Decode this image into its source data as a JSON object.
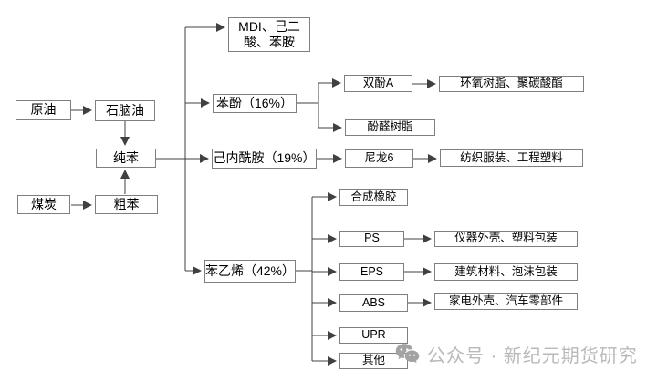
{
  "diagram": {
    "nodes": {
      "crude_oil": "原油",
      "naphtha": "石脑油",
      "pure_benzene": "纯苯",
      "coal": "煤炭",
      "crude_benzene": "粗苯",
      "mdi_adipic_aniline": "MDI、己二酸、苯胺",
      "phenol": "苯酚（16%）",
      "caprolactam": "己内酰胺（19%）",
      "styrene": "苯乙烯（42%）",
      "bisphenol_a": "双酚A",
      "phenolic_resin": "酚醛树脂",
      "epoxy_pc": "环氧树脂、聚碳酸酯",
      "nylon6": "尼龙6",
      "textile_plastics": "纺织服装、工程塑料",
      "synthetic_rubber": "合成橡胶",
      "ps": "PS",
      "eps": "EPS",
      "abs": "ABS",
      "upr": "UPR",
      "other": "其他",
      "instrument_shell": "仪器外壳、塑料包装",
      "building_materials": "建筑材料、泡沫包装",
      "appliance_parts": "家电外壳、汽车零部件"
    },
    "edges": [
      {
        "from": "crude_oil",
        "to": "naphtha"
      },
      {
        "from": "naphtha",
        "to": "pure_benzene"
      },
      {
        "from": "coal",
        "to": "crude_benzene"
      },
      {
        "from": "crude_benzene",
        "to": "pure_benzene"
      },
      {
        "from": "pure_benzene",
        "to": "mdi_adipic_aniline"
      },
      {
        "from": "pure_benzene",
        "to": "phenol"
      },
      {
        "from": "pure_benzene",
        "to": "caprolactam"
      },
      {
        "from": "pure_benzene",
        "to": "styrene"
      },
      {
        "from": "phenol",
        "to": "bisphenol_a"
      },
      {
        "from": "phenol",
        "to": "phenolic_resin"
      },
      {
        "from": "bisphenol_a",
        "to": "epoxy_pc"
      },
      {
        "from": "caprolactam",
        "to": "nylon6"
      },
      {
        "from": "nylon6",
        "to": "textile_plastics"
      },
      {
        "from": "styrene",
        "to": "synthetic_rubber"
      },
      {
        "from": "styrene",
        "to": "ps"
      },
      {
        "from": "styrene",
        "to": "eps"
      },
      {
        "from": "styrene",
        "to": "abs"
      },
      {
        "from": "styrene",
        "to": "upr"
      },
      {
        "from": "styrene",
        "to": "other"
      },
      {
        "from": "ps",
        "to": "instrument_shell"
      },
      {
        "from": "eps",
        "to": "building_materials"
      },
      {
        "from": "abs",
        "to": "appliance_parts"
      }
    ],
    "colors": {
      "box_border": "#7f7f7f",
      "line": "#404040",
      "text": "#000000",
      "watermark": "#b9b9b9",
      "background": "#ffffff"
    }
  },
  "watermark": {
    "icon": "wechat-icon",
    "text": "公众号 · 新纪元期货研究"
  }
}
